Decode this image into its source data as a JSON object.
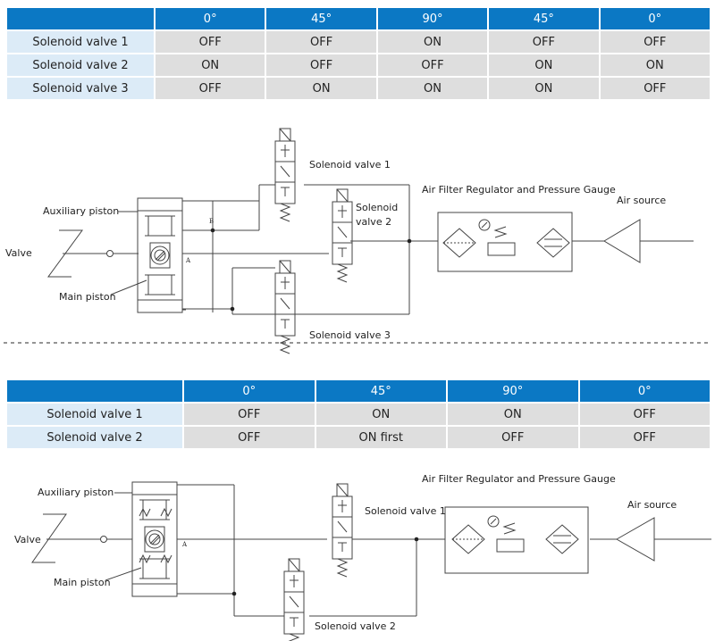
{
  "table1": {
    "headers": [
      "0°",
      "45°",
      "90°",
      "45°",
      "0°"
    ],
    "rows": [
      {
        "label": "Solenoid valve 1",
        "cells": [
          "OFF",
          "OFF",
          "ON",
          "OFF",
          "OFF"
        ]
      },
      {
        "label": "Solenoid valve 2",
        "cells": [
          "ON",
          "OFF",
          "OFF",
          "ON",
          "ON"
        ]
      },
      {
        "label": "Solenoid valve 3",
        "cells": [
          "OFF",
          "ON",
          "ON",
          "ON",
          "OFF"
        ]
      }
    ]
  },
  "diagram1": {
    "solenoid_valve_1": "Solenoid valve 1",
    "solenoid_valve_2_line1": "Solenoid",
    "solenoid_valve_2_line2": "valve 2",
    "solenoid_valve_3": "Solenoid valve 3",
    "auxiliary_piston": "Auxiliary piston",
    "main_piston": "Main piston",
    "valve": "Valve",
    "air_filter": "Air Filter Regulator and Pressure Gauge",
    "air_source": "Air source",
    "port_a": "A",
    "port_b": "B"
  },
  "table2": {
    "headers": [
      "0°",
      "45°",
      "90°",
      "0°"
    ],
    "rows": [
      {
        "label": "Solenoid valve 1",
        "cells": [
          "OFF",
          "ON",
          "ON",
          "OFF"
        ]
      },
      {
        "label": "Solenoid valve 2",
        "cells": [
          "OFF",
          "ON first",
          "OFF",
          "OFF"
        ]
      }
    ]
  },
  "diagram2": {
    "solenoid_valve_1": "Solenoid valve 1",
    "solenoid_valve_2": "Solenoid valve 2",
    "auxiliary_piston": "Auxiliary piston",
    "main_piston": "Main piston",
    "valve": "Valve",
    "air_filter": "Air Filter Regulator and Pressure Gauge",
    "air_source": "Air source",
    "port_a": "A"
  },
  "colors": {
    "header_blue": "#0b78c4",
    "label_blue": "#dcebf7",
    "cell_grey": "#dedede"
  }
}
